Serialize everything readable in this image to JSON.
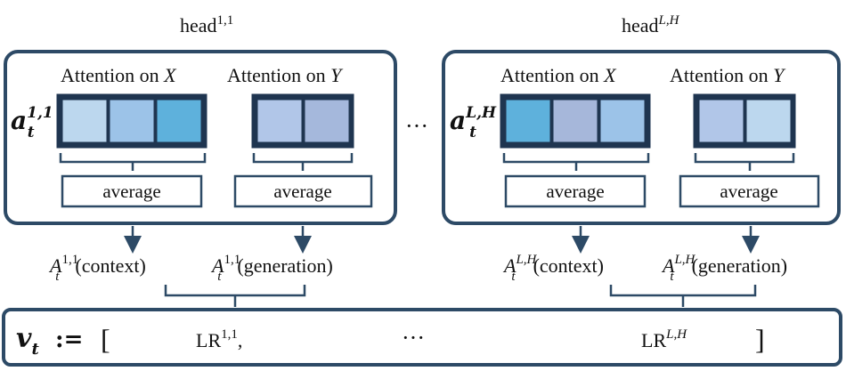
{
  "heads": [
    {
      "title_base": "head",
      "title_sup": "1,1",
      "attn_x_label": "Attention on",
      "attn_x_var": "X",
      "attn_y_label": "Attention on",
      "attn_y_var": "Y",
      "a_base": "a",
      "a_sub": "t",
      "a_sup": "1,1",
      "x_cells": [
        "#bcd7ee",
        "#9cc3e8",
        "#5eb1dc"
      ],
      "y_cells": [
        "#b1c6e8",
        "#a5b8dc"
      ],
      "average_x": "average",
      "average_y": "average",
      "ctx_base": "A",
      "ctx_sup": "1,1",
      "ctx_sub": "t",
      "ctx_label": "(context)",
      "gen_base": "A",
      "gen_sup": "1,1",
      "gen_sub": "t",
      "gen_label": "(generation)"
    },
    {
      "title_base": "head",
      "title_sup": "L,H",
      "attn_x_label": "Attention on",
      "attn_x_var": "X",
      "attn_y_label": "Attention on",
      "attn_y_var": "Y",
      "a_base": "a",
      "a_sub": "t",
      "a_sup": "L,H",
      "x_cells": [
        "#5eb1dc",
        "#a6b7da",
        "#9cc3e8"
      ],
      "y_cells": [
        "#b1c6e8",
        "#bcd7ee"
      ],
      "average_x": "average",
      "average_y": "average",
      "ctx_base": "A",
      "ctx_sup": "L,H",
      "ctx_sub": "t",
      "ctx_label": "(context)",
      "gen_base": "A",
      "gen_sup": "L,H",
      "gen_sub": "t",
      "gen_label": "(generation)"
    }
  ],
  "ellipsis_between": "···",
  "vector": {
    "v_base": "v",
    "v_sub": "t",
    "assign": ":=",
    "open_bracket": "[",
    "lr1_base": "LR",
    "lr1_sup": "1,1",
    "lr1_comma": ",",
    "dots": "···",
    "lr2_base": "LR",
    "lr2_sup": "L,H",
    "close_bracket": "]"
  },
  "colors": {
    "border": "#2d4a66",
    "cell_border": "#1f3550",
    "arrow": "#2d4a66"
  }
}
